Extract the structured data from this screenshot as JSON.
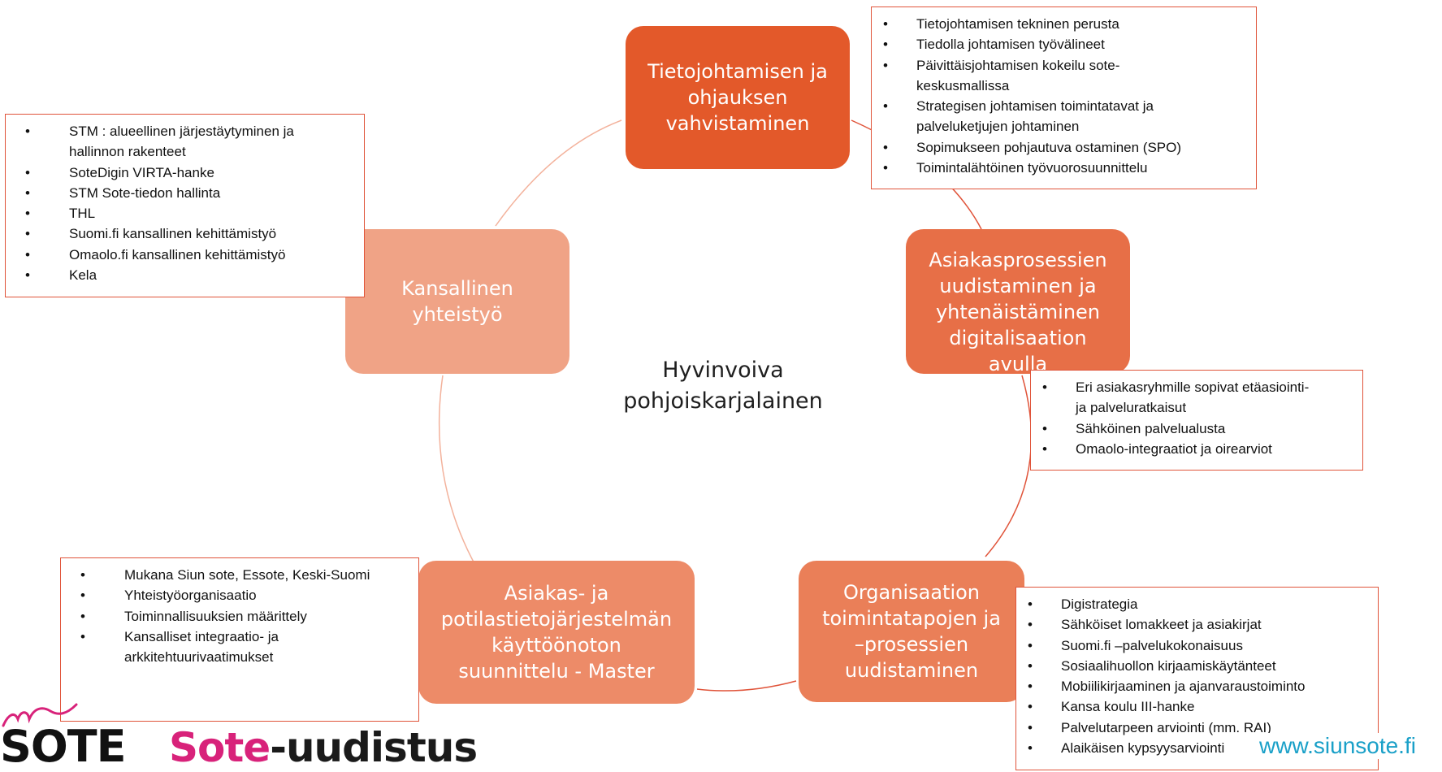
{
  "colors": {
    "node_top": "#e3592a",
    "node_right": "#e76f47",
    "node_bottom_right": "#ea7f58",
    "node_bottom_left": "#ed8b68",
    "node_left": "#f0a386",
    "connector": "#e0543a",
    "callout_border": "#e0543a",
    "brand_accent": "#d8227a",
    "website": "#1aa0c8"
  },
  "center_label": [
    "Hyvinvoiva",
    "pohjoiskarjalainen"
  ],
  "nodes": {
    "top": [
      "Tietojohtamisen ja",
      "ohjauksen",
      "vahvistaminen"
    ],
    "right": [
      "Asiakasprosessien",
      "uudistaminen ja",
      "yhtenäistäminen",
      "digitalisaation",
      "avulla"
    ],
    "bottom_right": [
      "Organisaation",
      "toimintatapojen ja",
      "–prosessien",
      "uudistaminen"
    ],
    "bottom_left": [
      "Asiakas- ja",
      "potilastietojärjestelmän",
      "käyttöönoton",
      "suunnittelu - Master"
    ],
    "left": [
      "Kansallinen",
      "yhteistyö"
    ]
  },
  "callouts": {
    "top_left": [
      "STM : alueellinen järjestäytyminen ja\nhallinnon rakenteet",
      "SoteDigin VIRTA-hanke",
      "STM Sote-tiedon hallinta",
      "THL",
      "Suomi.fi kansallinen kehittämistyö",
      "Omaolo.fi kansallinen kehittämistyö",
      "Kela"
    ],
    "top_right": [
      "Tietojohtamisen tekninen perusta",
      "Tiedolla johtamisen työvälineet",
      "Päivittäisjohtamisen kokeilu sote-\nkeskusmallissa",
      "Strategisen johtamisen toimintatavat ja\npalveluketjujen johtaminen",
      "Sopimukseen pohjautuva ostaminen (SPO)",
      "Toimintalähtöinen työvuorosuunnittelu"
    ],
    "right": [
      "Eri asiakasryhmille sopivat etäasiointi-\nja palveluratkaisut",
      "Sähköinen palvelualusta",
      "Omaolo-integraatiot ja oirearviot"
    ],
    "bottom_left": [
      "Mukana Siun sote, Essote, Keski-Suomi",
      "Yhteistyöorganisaatio",
      "Toiminnallisuuksien määrittely",
      "Kansalliset integraatio- ja\narkkitehtuurivaatimukset"
    ],
    "bottom_right": [
      "Digistrategia",
      "Sähköiset lomakkeet ja asiakirjat",
      "Suomi.fi –palvelukokonaisuus",
      "Sosiaalihuollon kirjaamiskäytänteet",
      "Mobiilikirjaaminen ja ajanvaraustoiminto",
      "Kansa koulu III-hanke",
      "Palvelutarpeen arviointi (mm. RAI)",
      "Alaikäisen kypsyysarviointi"
    ]
  },
  "logo": {
    "text": "SOTE"
  },
  "brand": {
    "accent": "Sote",
    "rest": "-uudistus"
  },
  "website": "www.siunsote.fi"
}
